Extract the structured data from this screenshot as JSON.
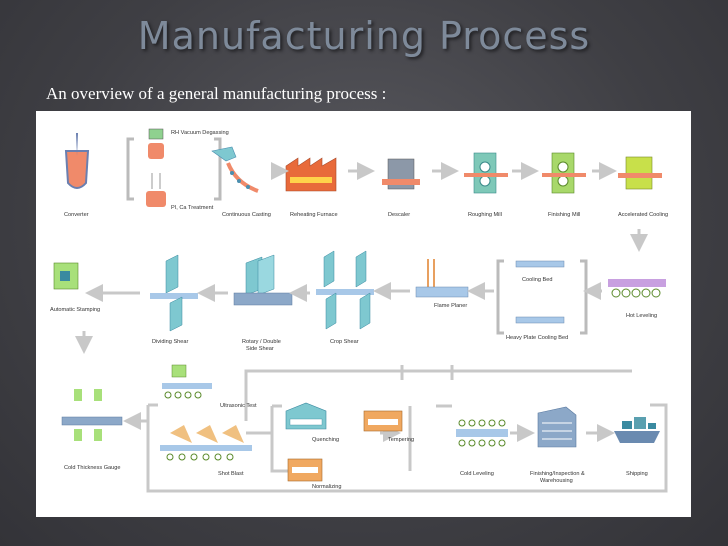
{
  "slide": {
    "title": "Manufacturing Process",
    "subtitle": "An overview of a general manufacturing process :"
  },
  "diagram": {
    "labels": {
      "converter": "Converter",
      "rh_vacuum": "RH Vacuum Degassing",
      "pi_ca": "PI, Ca Treatment",
      "continuous_casting": "Continuous Casting",
      "reheating_furnace": "Reheating Furnace",
      "descaler": "Descaler",
      "roughing_mill": "Roughing Mill",
      "finishing_mill": "Finishing Mill",
      "accelerated_cooling": "Accelerated Cooling",
      "hot_leveling": "Hot Leveling",
      "cooling_bed": "Cooling Bed",
      "heavy_plate_cooling_bed": "Heavy Plate Cooling Bed",
      "flame_planer": "Flame Planer",
      "crop_shear": "Crop Shear",
      "rotary_double_side_shear_1": "Rotary / Double",
      "rotary_double_side_shear_2": "Side Shear",
      "dividing_shear": "Dividing Shear",
      "automatic_stamping": "Automatic Stamping",
      "cold_thickness_gauge": "Cold Thickness Gauge",
      "ultrasonic_test": "Ultrasonic Test",
      "shot_blast": "Shot Blast",
      "quenching": "Quenching",
      "tempering": "Tempering",
      "normalizing": "Normalizing",
      "cold_leveling": "Cold Leveling",
      "finishing_1": "Finishing/Inspection &",
      "finishing_2": "Warehousing",
      "shipping": "Shipping"
    }
  }
}
